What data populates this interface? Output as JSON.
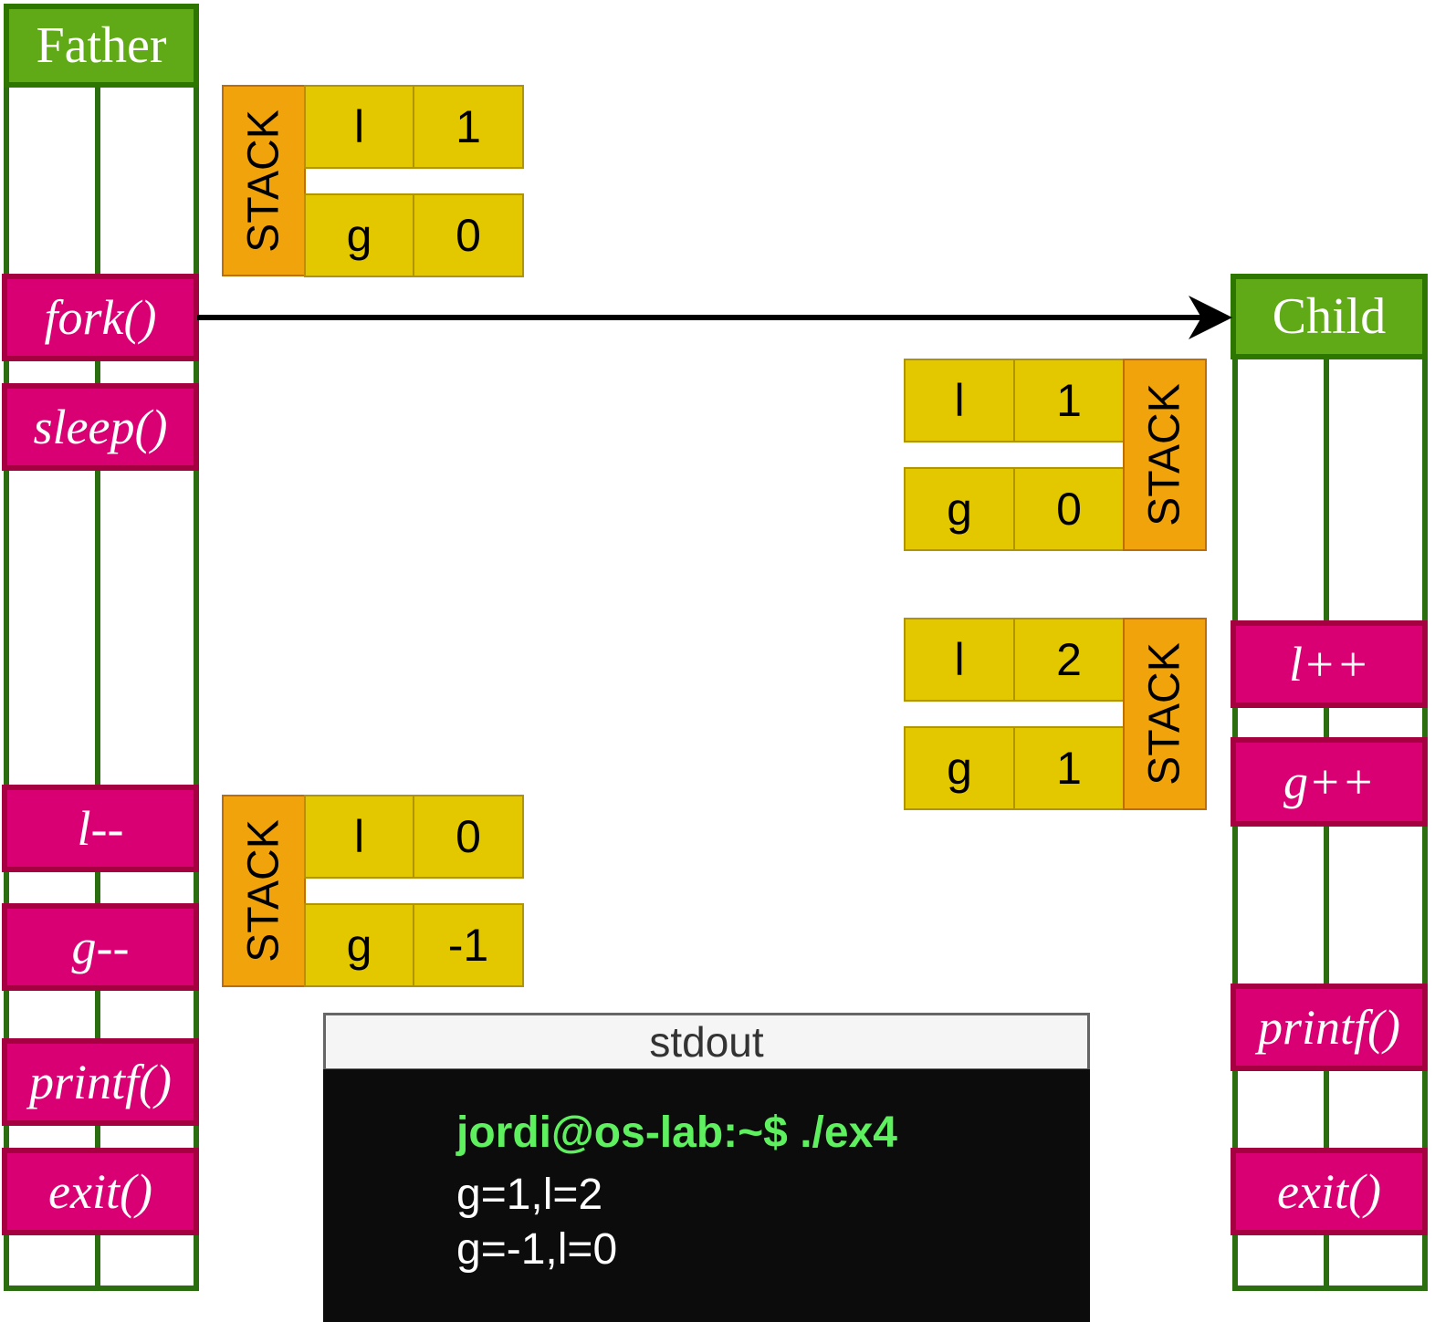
{
  "father": {
    "title": "Father",
    "calls": [
      "fork()",
      "sleep()",
      "l--",
      "g--",
      "printf()",
      "exit()"
    ]
  },
  "child": {
    "title": "Child",
    "calls": [
      "l++",
      "g++",
      "printf()",
      "exit()"
    ]
  },
  "stacks": {
    "father_initial": {
      "label": "STACK",
      "rows": [
        {
          "name": "l",
          "value": "1"
        },
        {
          "name": "g",
          "value": "0"
        }
      ]
    },
    "child_initial": {
      "label": "STACK",
      "rows": [
        {
          "name": "l",
          "value": "1"
        },
        {
          "name": "g",
          "value": "0"
        }
      ]
    },
    "child_after": {
      "label": "STACK",
      "rows": [
        {
          "name": "l",
          "value": "2"
        },
        {
          "name": "g",
          "value": "1"
        }
      ]
    },
    "father_after": {
      "label": "STACK",
      "rows": [
        {
          "name": "l",
          "value": "0"
        },
        {
          "name": "g",
          "value": "-1"
        }
      ]
    }
  },
  "stdout": {
    "title": "stdout",
    "prompt": "jordi@os-lab:~$ ./ex4",
    "lines": [
      "g=1,l=2",
      "g=-1,l=0"
    ]
  },
  "colors": {
    "header_fill": "#60a917",
    "column_line": "#2a6e10",
    "call_fill": "#d80073",
    "stack_label_fill": "#f0a30a",
    "stack_cell_fill": "#e3c800",
    "terminal_bg": "#0c0c0c",
    "prompt_color": "#5ef05e"
  }
}
